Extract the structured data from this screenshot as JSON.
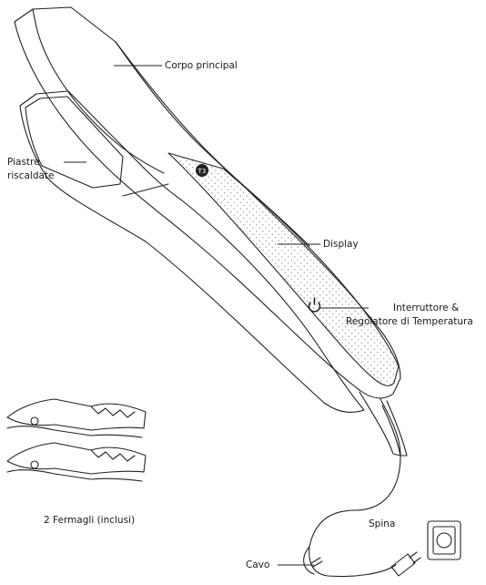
{
  "labels": {
    "corpo": "Corpo principal",
    "piastre_1": "Piastre",
    "piastre_2": "riscaldate",
    "display": "Display",
    "interruttore_1": "Interruttore &",
    "interruttore_2": "Regolatore di Temperatura",
    "fermagli": "2 Fermagli (inclusi)",
    "spina": "Spina",
    "cavo": "Cavo"
  },
  "brand_mark": "T3"
}
